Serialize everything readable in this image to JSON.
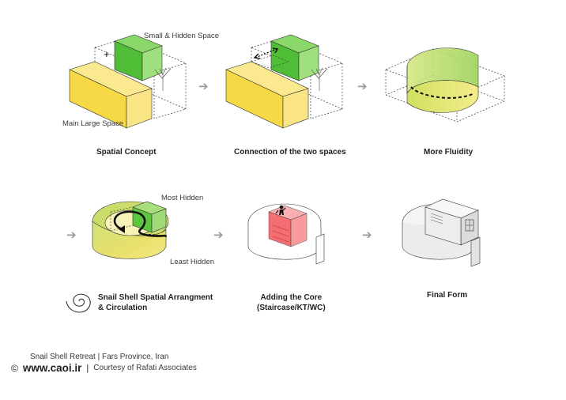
{
  "diagrams": [
    {
      "caption": "Spatial Concept",
      "labels": [
        "Small & Hidden Space",
        "Main Large  Space"
      ]
    },
    {
      "caption": "Connection  of  the two spaces"
    },
    {
      "caption": "More Fluidity"
    },
    {
      "caption_lines": [
        "Snail Shell Spatial Arrangment",
        "& Circulation"
      ],
      "labels": [
        "Most Hidden",
        "Least Hidden"
      ]
    },
    {
      "caption_lines": [
        "Adding the Core",
        "(Staircase/KT/WC)"
      ]
    },
    {
      "caption": "Final Form"
    }
  ],
  "arrow_glyph": "➔",
  "footer": {
    "project": "Snail Shell Retreat  |  Fars Province, Iran",
    "copyright": "©",
    "site": "www.caoi.ir",
    "separator": "|",
    "credit": "Courtesy of Rafati Associates"
  },
  "colors": {
    "yellow": "#f5dc55",
    "green": "#5cc13c",
    "red": "#f2555a"
  }
}
